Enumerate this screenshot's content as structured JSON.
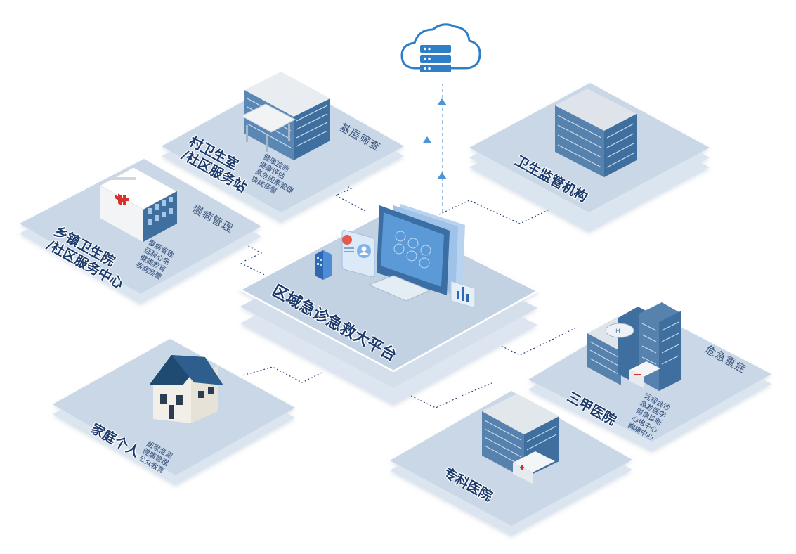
{
  "platform": {
    "title": "区域急诊急救大平台"
  },
  "nodes": {
    "primary_care": {
      "title_line1": "村卫生室",
      "title_line2": "/社区服务站",
      "tag": "基层筛查",
      "items": [
        "健康监测",
        "健康评估",
        "高危因素管理",
        "疾病预警"
      ]
    },
    "township": {
      "title_line1": "乡镇卫生院",
      "title_line2": "/社区服务中心",
      "tag": "慢病管理",
      "items": [
        "慢病管理",
        "远程心电",
        "健康教育",
        "疾病预警"
      ]
    },
    "health_authority": {
      "title": "卫生监管机构"
    },
    "family": {
      "title": "家庭个人",
      "items": [
        "居家监测",
        "健康管理",
        "公众教育"
      ]
    },
    "specialist": {
      "title": "专科医院"
    },
    "tertiary": {
      "title": "三甲医院",
      "tag": "危急重症",
      "items": [
        "远程会诊",
        "急救医学",
        "影像诊断",
        "心电中心",
        "胸痛中心"
      ]
    }
  },
  "colors": {
    "tile": "#c9d7e6",
    "tile_side": "#dbe5ef",
    "center_top": "#c3d2e3",
    "building_blue": "#3f6f9e",
    "building_roof": "#e6eaee",
    "cloud": "#2f7fc8",
    "connector": "#28427a"
  }
}
